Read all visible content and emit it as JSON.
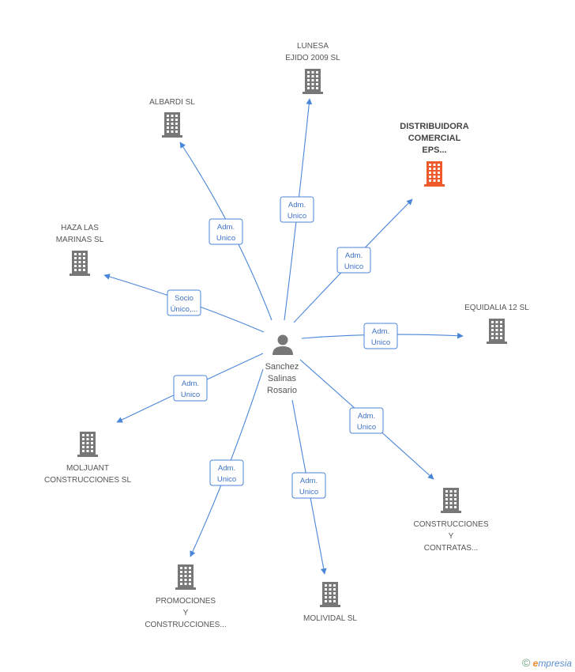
{
  "center": {
    "name_lines": [
      "Sanchez",
      "Salinas",
      "Rosario"
    ],
    "icon": "person-icon",
    "color": "#777777"
  },
  "colors": {
    "edge": "#4a86d8",
    "building": "#777777",
    "building_highlight": "#f05a2a"
  },
  "nodes": [
    {
      "id": "lunesa",
      "lines": [
        "LUNESA",
        "EJIDO 2009 SL"
      ],
      "highlight": false
    },
    {
      "id": "albardi",
      "lines": [
        "ALBARDI SL"
      ],
      "highlight": false
    },
    {
      "id": "distribuidora",
      "lines": [
        "DISTRIBUIDORA",
        "COMERCIAL",
        "EPS..."
      ],
      "highlight": true
    },
    {
      "id": "haza",
      "lines": [
        "HAZA LAS",
        "MARINAS SL"
      ],
      "highlight": false
    },
    {
      "id": "equidalia",
      "lines": [
        "EQUIDALIA 12 SL"
      ],
      "highlight": false
    },
    {
      "id": "moljuant",
      "lines": [
        "MOLJUANT",
        "CONSTRUCCIONES SL"
      ],
      "highlight": false
    },
    {
      "id": "construcciones",
      "lines": [
        "CONSTRUCCIONES",
        "Y",
        "CONTRATAS..."
      ],
      "highlight": false
    },
    {
      "id": "promociones",
      "lines": [
        "PROMOCIONES",
        "Y",
        "CONSTRUCCIONES..."
      ],
      "highlight": false
    },
    {
      "id": "molividal",
      "lines": [
        "MOLIVIDAL SL"
      ],
      "highlight": false
    }
  ],
  "edges": [
    {
      "to": "lunesa",
      "label": [
        "Adm.",
        "Unico"
      ]
    },
    {
      "to": "albardi",
      "label": [
        "Adm.",
        "Unico"
      ]
    },
    {
      "to": "distribuidora",
      "label": [
        "Adm.",
        "Unico"
      ]
    },
    {
      "to": "haza",
      "label": [
        "Socio",
        "Único,..."
      ]
    },
    {
      "to": "equidalia",
      "label": [
        "Adm.",
        "Unico"
      ]
    },
    {
      "to": "moljuant",
      "label": [
        "Adm.",
        "Unico"
      ]
    },
    {
      "to": "construcciones",
      "label": [
        "Adm.",
        "Unico"
      ]
    },
    {
      "to": "promociones",
      "label": [
        "Adm.",
        "Unico"
      ]
    },
    {
      "to": "molividal",
      "label": [
        "Adm.",
        "Unico"
      ]
    }
  ],
  "footer": {
    "copyright_symbol": "©",
    "brand_initial": "e",
    "brand_rest": "mpresia"
  }
}
